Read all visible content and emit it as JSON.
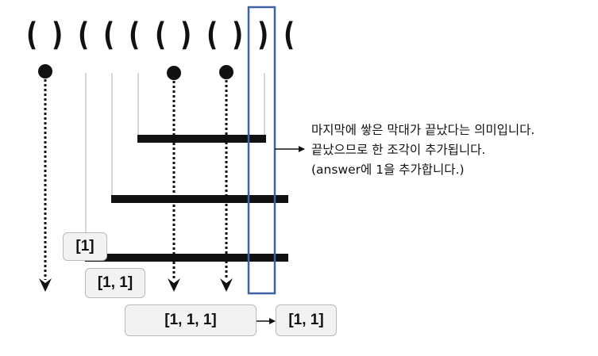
{
  "parens": [
    "(",
    ")",
    "(",
    "(",
    "(",
    "(",
    ")",
    "(",
    ")",
    ")",
    "("
  ],
  "note": {
    "line1": "마지막에 쌓은 막대가 끝났다는 의미입니다.",
    "line2": "끝났으므로 한 조각이 추가됩니다.",
    "line3": "(answer에 1을 추가합니다.)"
  },
  "stacks": {
    "s1": "[1]",
    "s2": "[1, 1]",
    "s3": "[1, 1, 1]",
    "result": "[1, 1]"
  },
  "colors": {
    "highlight_box": "#3f62a5",
    "bar": "#111111",
    "box_fill": "#f2f2f2",
    "box_border": "#b8b8b8",
    "guide_line": "#c8c8c8"
  }
}
